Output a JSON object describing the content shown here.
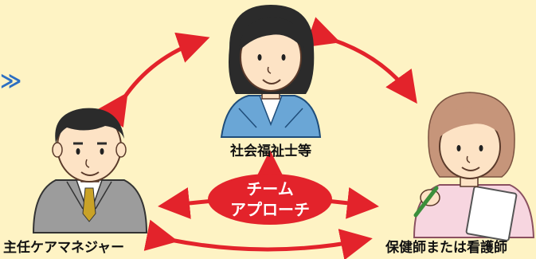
{
  "decoration_mark": "≫",
  "roles": {
    "top": "社会福祉士等",
    "left": "主任ケアマネジャー",
    "right": "保健師または看護師"
  },
  "center": {
    "line1": "チーム",
    "line2": "アプローチ"
  },
  "colors": {
    "background": "#fef3c4",
    "accent": "#e3232b",
    "hair": "#2b2b2b",
    "skin": "#fde3c5",
    "blue_jacket": "#6aa6d6",
    "gray_suit": "#9c9c9c",
    "nurse_hair": "#c6957a"
  }
}
